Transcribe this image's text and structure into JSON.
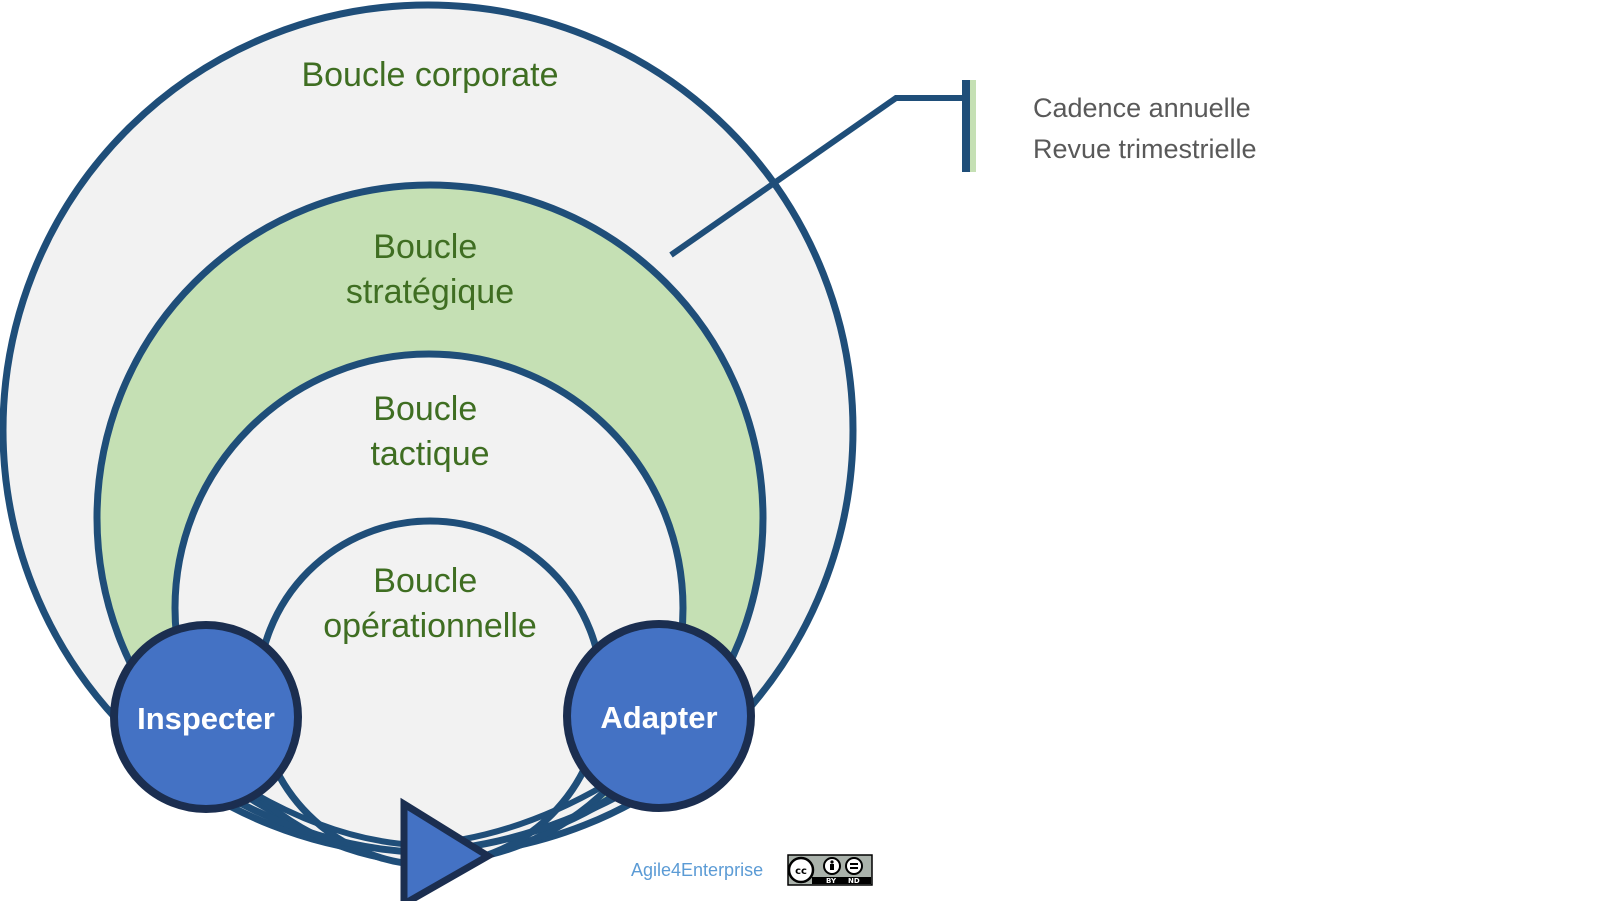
{
  "diagram": {
    "loops": {
      "corporate": "Boucle corporate",
      "strategic": [
        "Boucle",
        "stratégique"
      ],
      "tactical": [
        "Boucle",
        "tactique"
      ],
      "operational": [
        "Boucle",
        "opérationnelle"
      ]
    },
    "nodes": {
      "inspect": "Inspecter",
      "adapt": "Adapter"
    },
    "callout": {
      "line1": "Cadence annuelle",
      "line2": "Revue trimestrielle"
    },
    "credit": "Agile4Enterprise",
    "license": {
      "cc": "cc",
      "by": "BY",
      "nd": "ND"
    }
  },
  "colors": {
    "outline": "#1f4e79",
    "outer_fill": "#f2f2f2",
    "strategic_fill": "#c5e0b4",
    "node_fill": "#4472c4",
    "node_border": "#1b2e50",
    "label_green": "#3f6e22"
  }
}
